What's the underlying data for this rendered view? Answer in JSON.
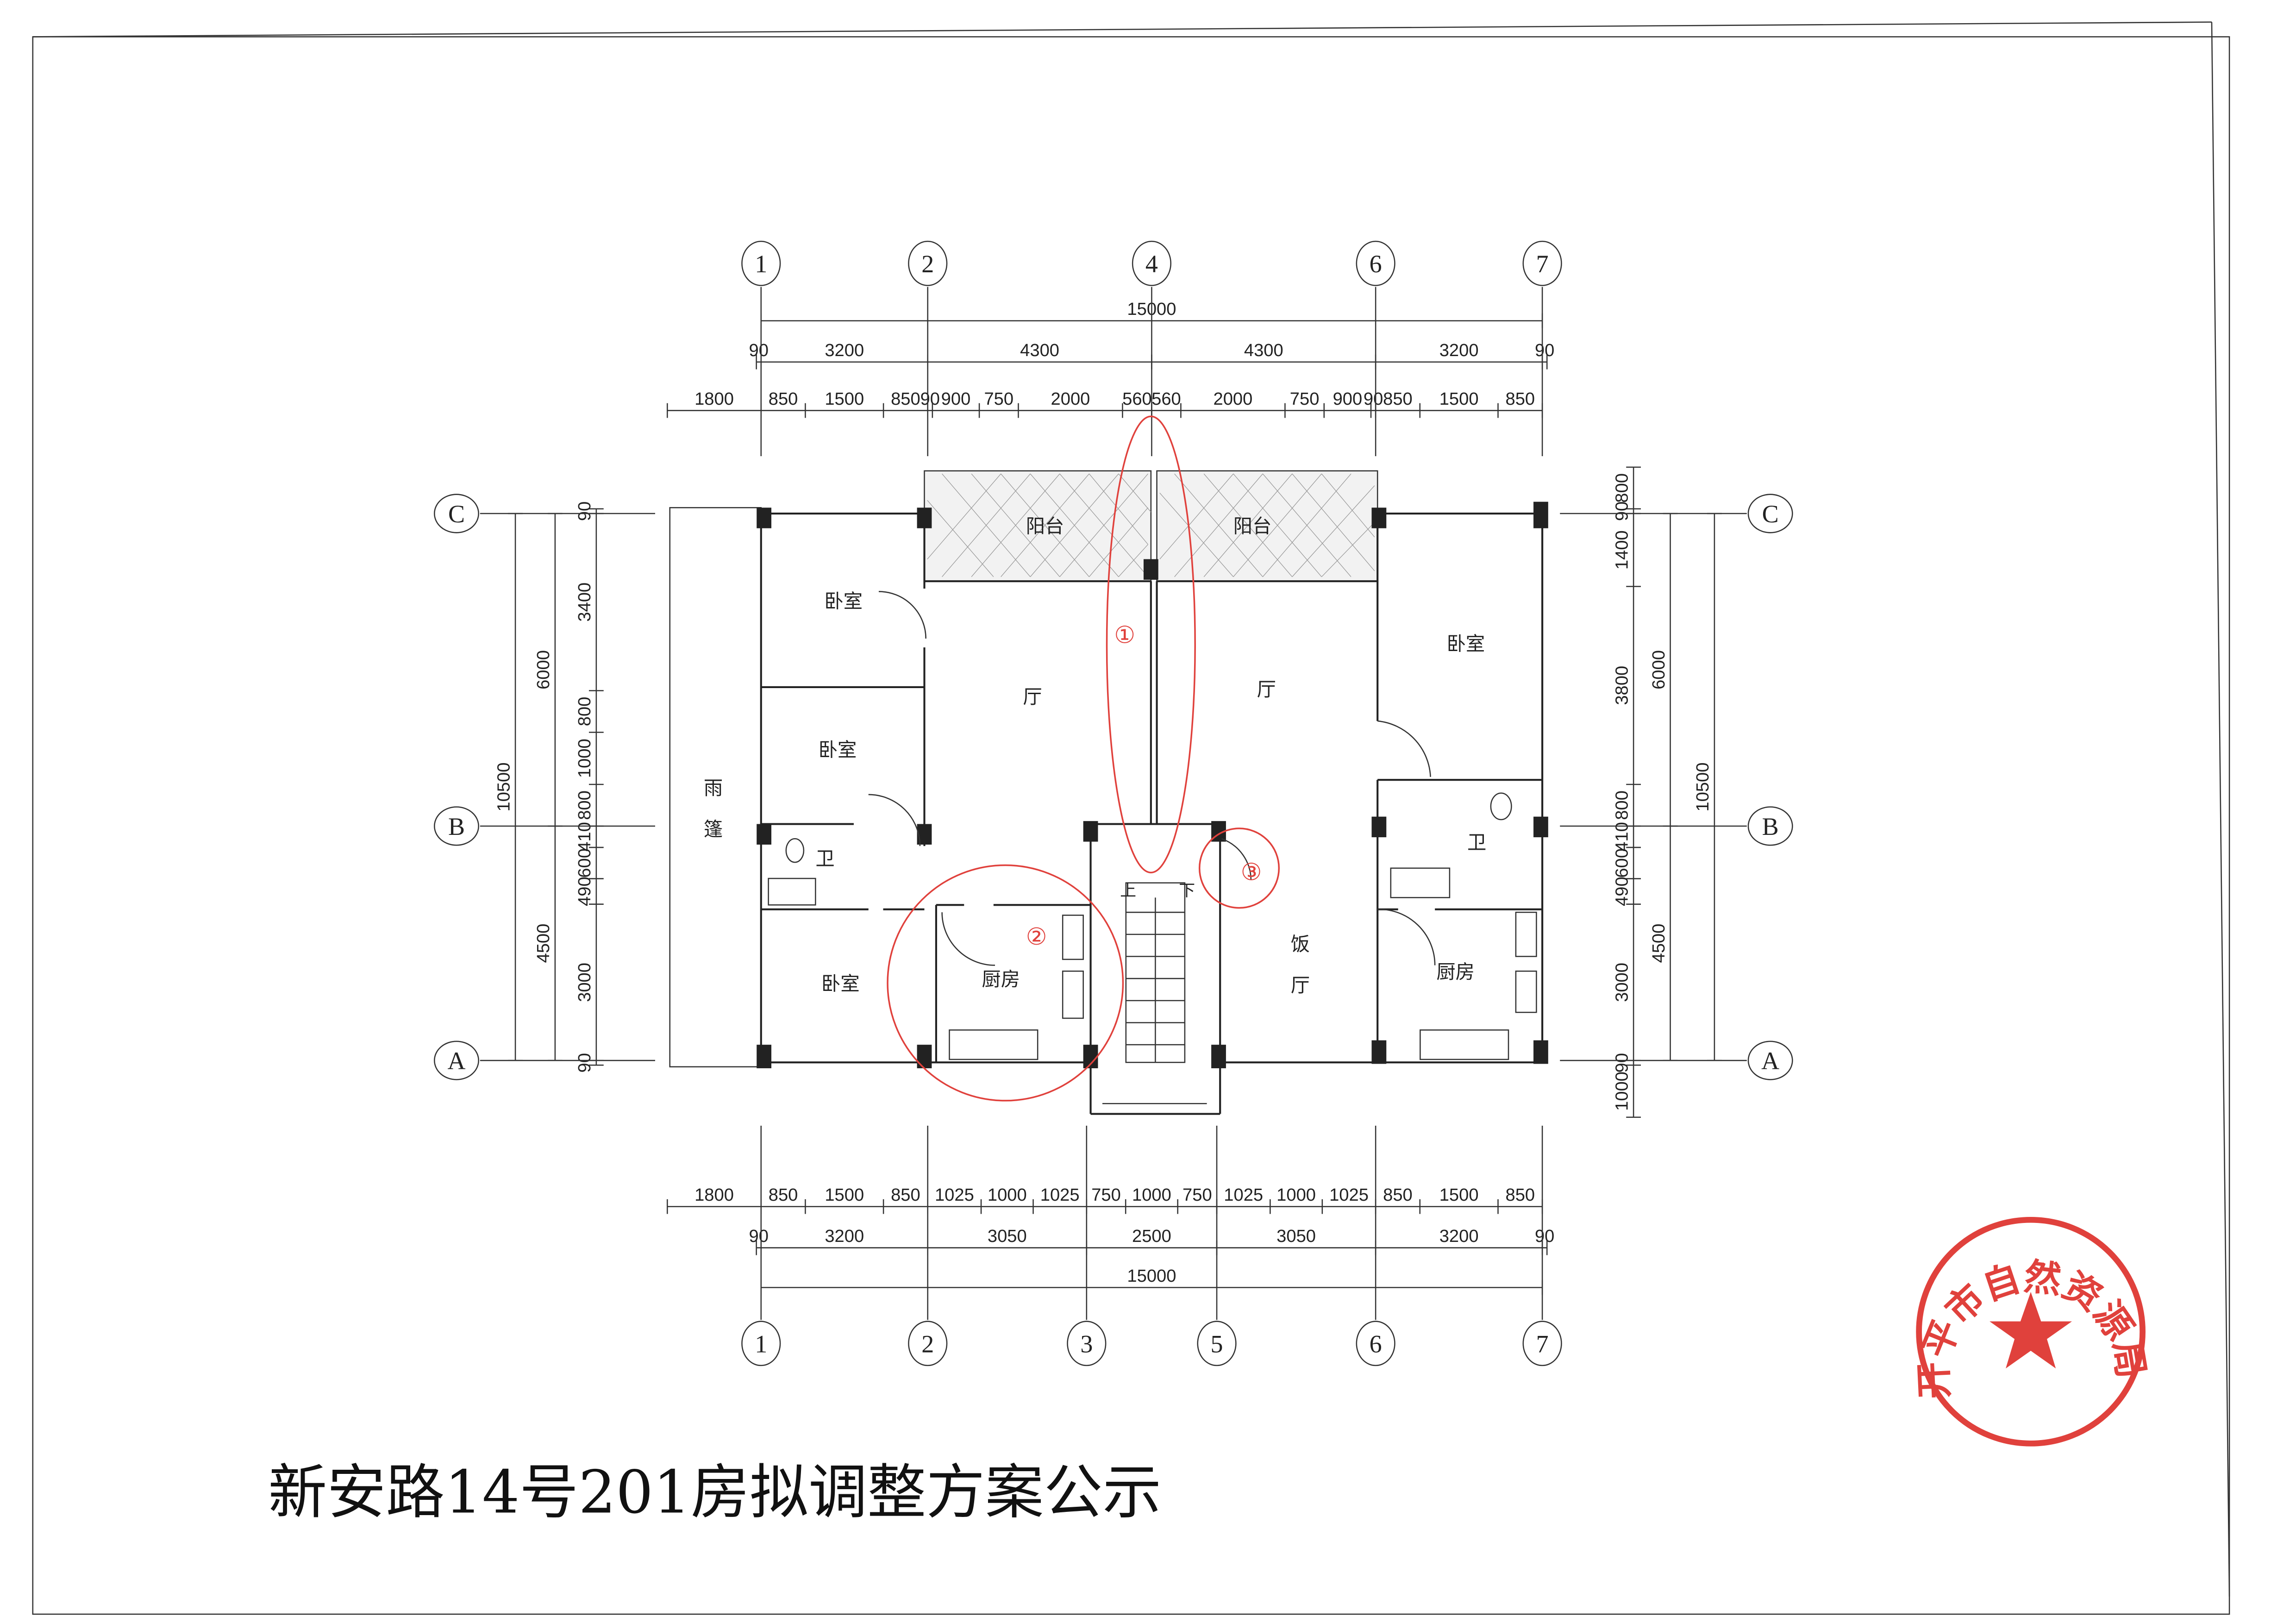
{
  "title": "新安路14号201房拟调整方案公示",
  "stamp": {
    "text": "开平市自然资源局",
    "color": "#e0413c"
  },
  "axes": {
    "top": [
      {
        "label": "1",
        "pos": 0
      },
      {
        "label": "2",
        "pos": 3200
      },
      {
        "label": "4",
        "pos": 7500
      },
      {
        "label": "6",
        "pos": 11800
      },
      {
        "label": "7",
        "pos": 15000
      }
    ],
    "bottom": [
      {
        "label": "1",
        "pos": 0
      },
      {
        "label": "2",
        "pos": 3200
      },
      {
        "label": "3",
        "pos": 6250
      },
      {
        "label": "5",
        "pos": 8750
      },
      {
        "label": "6",
        "pos": 11800
      },
      {
        "label": "7",
        "pos": 15000
      }
    ],
    "sides": [
      {
        "label": "C",
        "pos": 0
      },
      {
        "label": "B",
        "pos": 6000
      },
      {
        "label": "A",
        "pos": 10500
      }
    ]
  },
  "dimensions": {
    "top": [
      {
        "start": 0,
        "values": [
          "15000"
        ],
        "mm": [
          15000
        ]
      },
      {
        "start": -90,
        "values": [
          "90",
          "3200",
          "4300",
          "4300",
          "3200",
          "90"
        ],
        "mm": [
          90,
          3200,
          4300,
          4300,
          3200,
          90
        ]
      },
      {
        "start": -1800,
        "values": [
          "1800",
          "850",
          "1500",
          "850",
          "90",
          "900",
          "750",
          "2000",
          "560",
          "560",
          "2000",
          "750",
          "900",
          "90",
          "850",
          "1500",
          "850"
        ],
        "mm": [
          1800,
          850,
          1500,
          850,
          90,
          900,
          750,
          2000,
          560,
          560,
          2000,
          750,
          900,
          90,
          850,
          1500,
          850
        ]
      }
    ],
    "bottom": [
      {
        "start": -1800,
        "values": [
          "1800",
          "850",
          "1500",
          "850",
          "1025",
          "1000",
          "1025",
          "750",
          "1000",
          "750",
          "1025",
          "1000",
          "1025",
          "850",
          "1500",
          "850"
        ],
        "mm": [
          1800,
          850,
          1500,
          850,
          1025,
          1000,
          1025,
          750,
          1000,
          750,
          1025,
          1000,
          1025,
          850,
          1500,
          850
        ]
      },
      {
        "start": -90,
        "values": [
          "90",
          "3200",
          "3050",
          "2500",
          "3050",
          "3200",
          "90"
        ],
        "mm": [
          90,
          3200,
          3050,
          2500,
          3050,
          3200,
          90
        ]
      },
      {
        "start": 0,
        "values": [
          "15000"
        ],
        "mm": [
          15000
        ]
      }
    ],
    "left": [
      {
        "start": -90,
        "values": [
          "90",
          "3400",
          "800",
          "1000",
          "800",
          "410",
          "600",
          "490",
          "3000",
          "90"
        ],
        "mm": [
          90,
          3400,
          800,
          1000,
          800,
          410,
          600,
          490,
          3000,
          90
        ]
      },
      {
        "start": 0,
        "values": [
          "6000",
          "4500"
        ],
        "mm": [
          6000,
          4500
        ]
      },
      {
        "start": 0,
        "values": [
          "10500"
        ],
        "mm": [
          10500
        ]
      }
    ],
    "right": [
      {
        "start": -890,
        "values": [
          "800",
          "90",
          "1400",
          "3800",
          "800",
          "410",
          "600",
          "490",
          "3000",
          "90",
          "1000"
        ],
        "mm": [
          800,
          90,
          1400,
          3800,
          800,
          410,
          600,
          490,
          3000,
          90,
          1000
        ]
      },
      {
        "start": 0,
        "values": [
          "6000",
          "4500"
        ],
        "mm": [
          6000,
          4500
        ]
      },
      {
        "start": 0,
        "values": [
          "10500"
        ],
        "mm": [
          10500
        ]
      }
    ]
  },
  "rooms": {
    "balcony_left": "阳台",
    "balcony_right": "阳台",
    "bedroom_1": "卧室",
    "bedroom_2": "卧室",
    "bedroom_3": "卧室",
    "bedroom_4": "卧室",
    "living_left": "厅",
    "living_right": "厅",
    "canopy_1": "雨",
    "canopy_2": "篷",
    "bath_left": "卫",
    "bath_right": "卫",
    "kitchen_left": "厨房",
    "kitchen_right": "厨房",
    "dining_1": "饭",
    "dining_2": "厅",
    "stair_up": "上",
    "stair_down": "下"
  },
  "markers": [
    "①",
    "②",
    "③"
  ]
}
